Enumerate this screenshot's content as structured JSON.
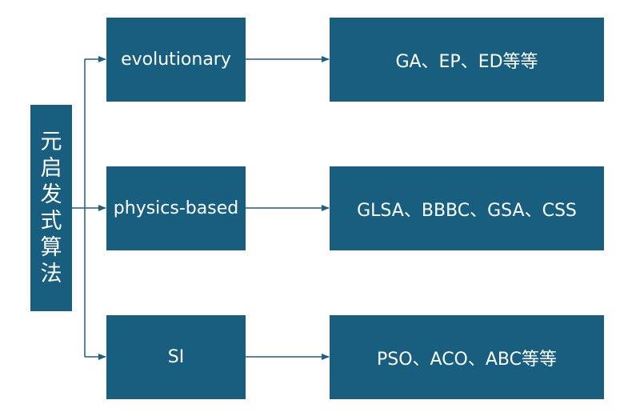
{
  "root": {
    "label": "元启发式算法",
    "chars": [
      "元",
      "启",
      "发",
      "式",
      "算",
      "法"
    ]
  },
  "categories": [
    {
      "label": "evolutionary",
      "examples": "GA、EP、ED等等"
    },
    {
      "label": "physics-based",
      "examples": "GLSA、BBBC、GSA、CSS"
    },
    {
      "label": "SI",
      "examples": "PSO、ACO、ABC等等"
    }
  ],
  "colors": {
    "box_fill": "#175e7f",
    "text": "#ffffff",
    "connector": "#1f5f80"
  }
}
